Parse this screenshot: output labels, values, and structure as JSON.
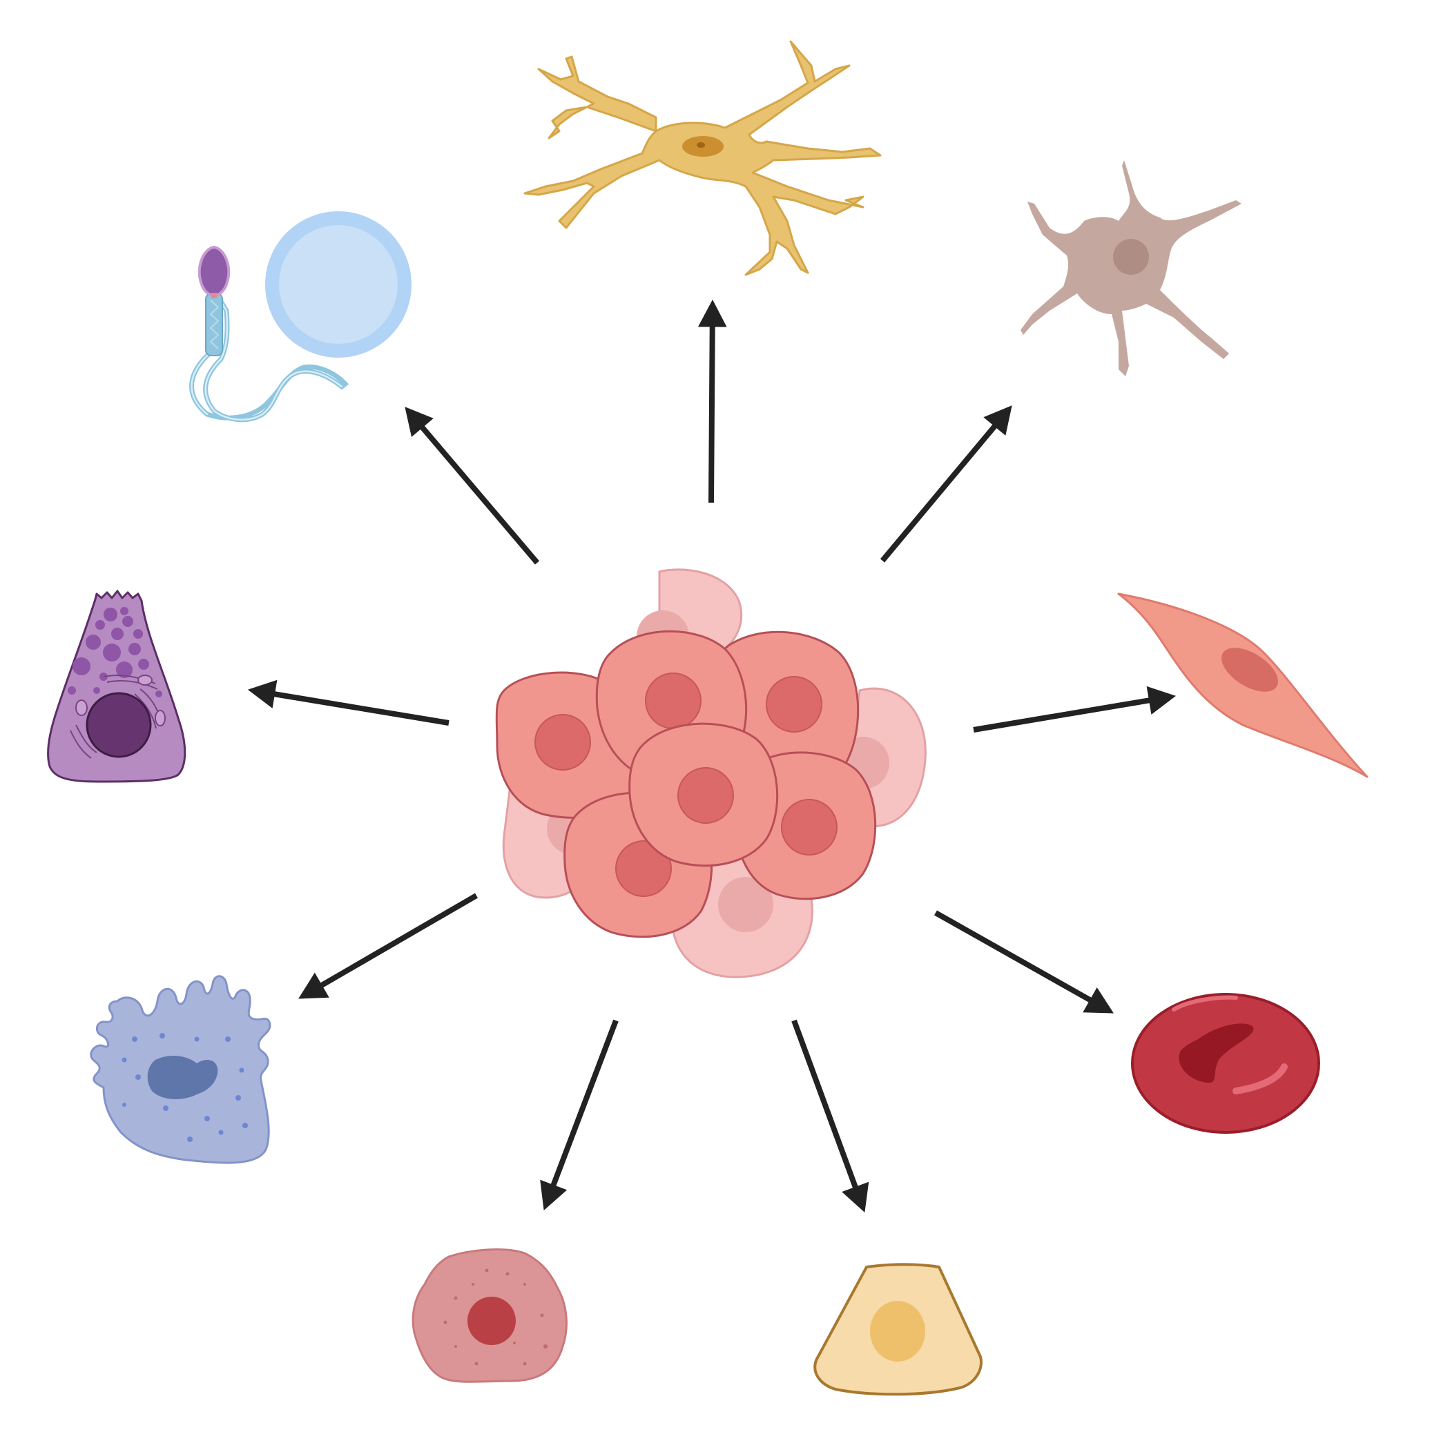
{
  "diagram": {
    "center": {
      "name": "stem-cell-cluster",
      "colors": {
        "fill": "#f1958f",
        "stroke": "#b84f57",
        "nucleus": "#dc6a6a",
        "back_fill": "#f6c2c2",
        "back_stroke": "#e3a1a4"
      }
    },
    "arrow_color": "#222222",
    "cell_types": [
      {
        "id": "gametes",
        "colors": {
          "egg": "#c9e0f7",
          "egg_rim": "#b1d3f5",
          "sperm_head": "#8e5ba8",
          "tail": "#8fc5df"
        }
      },
      {
        "id": "neuron",
        "colors": {
          "body": "#e8c26e",
          "stroke": "#d5a649",
          "nucleus": "#cc8f2f"
        }
      },
      {
        "id": "astrocyte",
        "colors": {
          "body": "#c4a79e",
          "nucleus": "#ad8d84"
        }
      },
      {
        "id": "smooth-muscle-cell",
        "colors": {
          "body": "#f29a8a",
          "stroke": "#e07a6e",
          "nucleus": "#d66c64"
        }
      },
      {
        "id": "red-blood-cell",
        "colors": {
          "body": "#c13844",
          "stroke": "#9a1e2a",
          "center": "#961824",
          "highlight": "#e56a78"
        }
      },
      {
        "id": "fat-cell",
        "colors": {
          "body": "#f7dbaa",
          "stroke": "#a8782f",
          "nucleus": "#efc06c"
        }
      },
      {
        "id": "liver-cell",
        "colors": {
          "body": "#db9597",
          "stroke": "#c9797b",
          "nucleus": "#b94145"
        }
      },
      {
        "id": "macrophage",
        "colors": {
          "body": "#a8b4da",
          "stroke": "#8393c9",
          "nucleus": "#5f76aa",
          "granule": "#6d86d6"
        }
      },
      {
        "id": "secretory-cell",
        "colors": {
          "body": "#b58bc2",
          "stroke": "#5c2e66",
          "nucleus": "#66356f",
          "granule": "#8f55a6"
        }
      }
    ]
  }
}
